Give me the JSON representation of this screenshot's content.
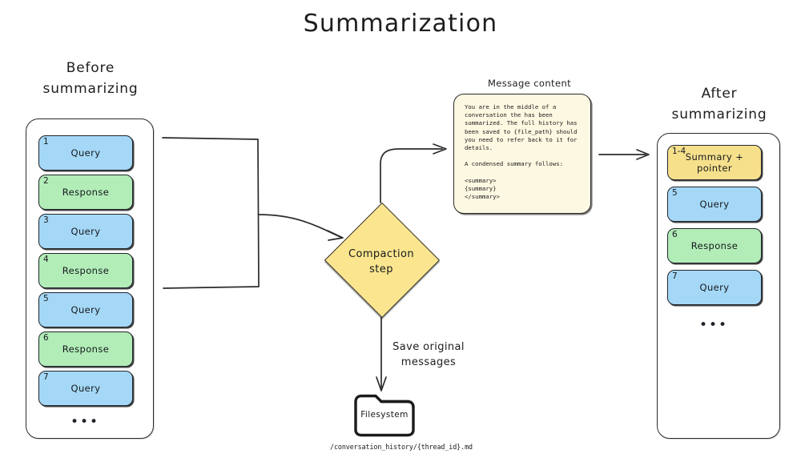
{
  "title": "Summarization",
  "before": {
    "heading_line1": "Before",
    "heading_line2": "summarizing",
    "ellipsis": "•••",
    "messages": [
      {
        "num": "1",
        "label": "Query",
        "kind": "query"
      },
      {
        "num": "2",
        "label": "Response",
        "kind": "response"
      },
      {
        "num": "3",
        "label": "Query",
        "kind": "query"
      },
      {
        "num": "4",
        "label": "Response",
        "kind": "response"
      },
      {
        "num": "5",
        "label": "Query",
        "kind": "query"
      },
      {
        "num": "6",
        "label": "Response",
        "kind": "response"
      },
      {
        "num": "7",
        "label": "Query",
        "kind": "query"
      }
    ]
  },
  "after": {
    "heading_line1": "After",
    "heading_line2": "summarizing",
    "ellipsis": "•••",
    "messages": [
      {
        "num": "1-4",
        "label": "Summary + pointer",
        "kind": "summary"
      },
      {
        "num": "5",
        "label": "Query",
        "kind": "query"
      },
      {
        "num": "6",
        "label": "Response",
        "kind": "response"
      },
      {
        "num": "7",
        "label": "Query",
        "kind": "query"
      }
    ]
  },
  "process": {
    "diamond_line1": "Compaction",
    "diamond_line2": "step",
    "save_label_line1": "Save original",
    "save_label_line2": "messages"
  },
  "message_content": {
    "heading": "Message content",
    "body": "You are in the middle of a\nconversation the has been\nsummarized. The full history has\nbeen saved to {file_path} should\nyou need to refer back to it for\ndetails.\n\nA condensed summary follows:\n\n<summary>\n{summary}\n</summary>"
  },
  "filesystem": {
    "label": "Filesystem",
    "path": "/conversation_history/{thread_id}.md"
  },
  "colors": {
    "query": "#a5d8f7",
    "response": "#b2edb8",
    "summary": "#f7e08c",
    "diamond": "#fbe68f",
    "message_panel": "#fdf8e1",
    "stroke": "#2b2b2b",
    "background": "#ffffff"
  }
}
